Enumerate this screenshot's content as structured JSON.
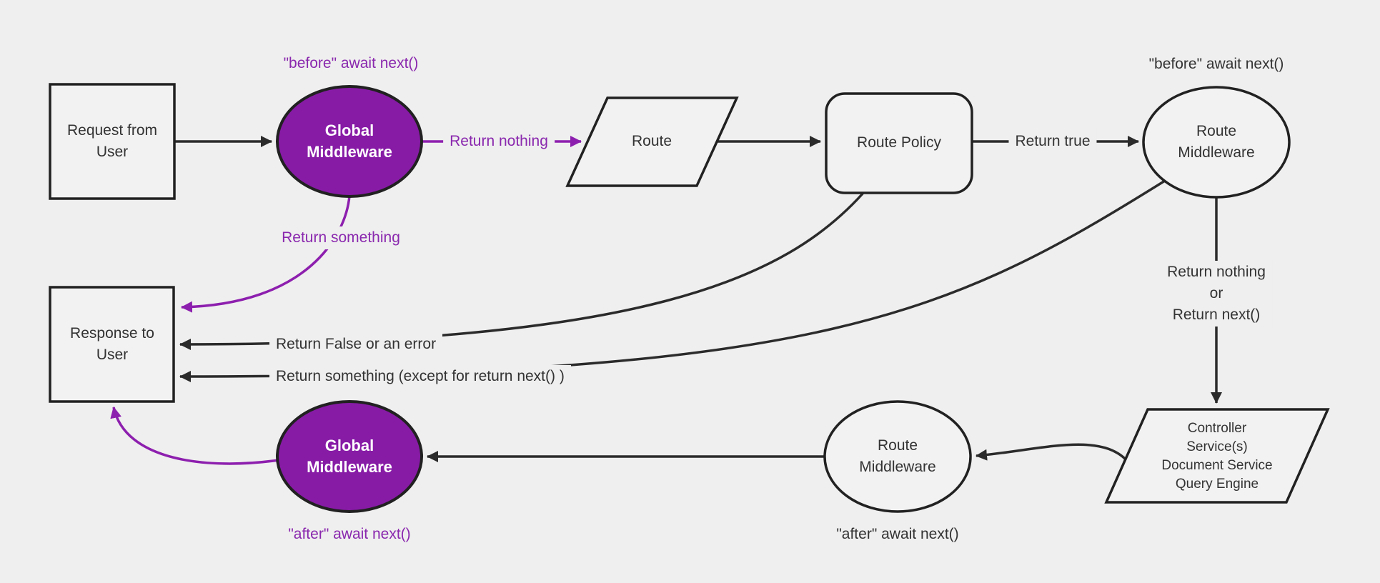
{
  "diagram": {
    "title": "Request lifecycle middleware flow diagram",
    "colors": {
      "background": "#efefef",
      "node_fill": "#f2f2f2",
      "node_stroke": "#212121",
      "text": "#333333",
      "purple_fill": "#871ba6",
      "purple_line": "#8d1fae",
      "purple_text": "#8a28ae"
    },
    "nodes": {
      "request": {
        "label": "Request from\nUser",
        "shape": "rectangle"
      },
      "global_middleware_top": {
        "label": "Global\nMiddleware",
        "shape": "ellipse"
      },
      "route": {
        "label": "Route",
        "shape": "parallelogram"
      },
      "route_policy": {
        "label": "Route Policy",
        "shape": "rounded-rectangle"
      },
      "route_middleware_top": {
        "label": "Route\nMiddleware",
        "shape": "ellipse"
      },
      "services": {
        "label": "Controller\nService(s)\nDocument Service\nQuery Engine",
        "shape": "parallelogram"
      },
      "route_middleware_bottom": {
        "label": "Route\nMiddleware",
        "shape": "ellipse"
      },
      "global_middleware_bottom": {
        "label": "Global\nMiddleware",
        "shape": "ellipse"
      },
      "response": {
        "label": "Response to\nUser",
        "shape": "rectangle"
      }
    },
    "edge_labels": {
      "return_nothing": "Return nothing",
      "return_true": "Return true",
      "return_nothing_or_next": "Return nothing\nor\nReturn next()",
      "return_false_or_error": "Return False or an error",
      "return_something_except": "Return something (except for return next() )",
      "return_something": "Return something"
    },
    "captions": {
      "before_global": "\"before\" await next()",
      "before_route": "\"before\" await next()",
      "after_global": "\"after\" await next()",
      "after_route": "\"after\" await next()"
    }
  }
}
